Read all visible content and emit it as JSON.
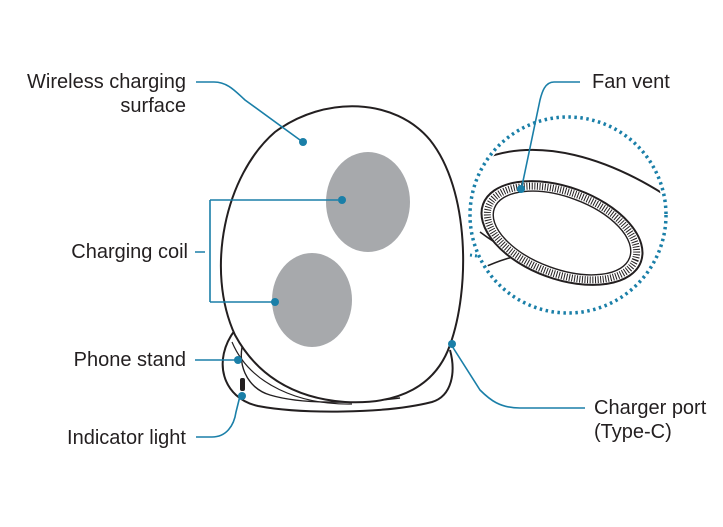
{
  "diagram": {
    "colors": {
      "leader": "#1a7fa8",
      "outline": "#231f20",
      "coil": "#a7a9ac",
      "background": "#ffffff"
    },
    "labels": {
      "wireless_surface_line1": "Wireless charging",
      "wireless_surface_line2": "surface",
      "charging_coil": "Charging coil",
      "phone_stand": "Phone stand",
      "indicator_light": "Indicator light",
      "fan_vent": "Fan vent",
      "charger_port_line1": "Charger port",
      "charger_port_line2": "(Type-C)"
    }
  }
}
